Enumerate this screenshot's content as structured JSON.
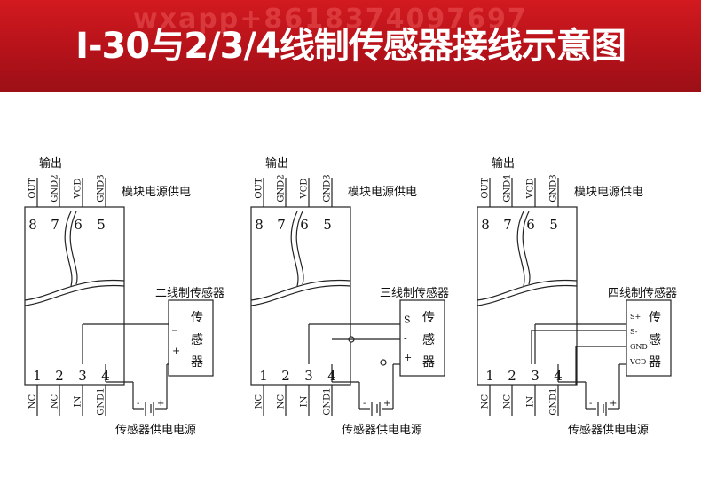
{
  "header": {
    "title": "I-30与2/3/4线制传感器接线示意图",
    "watermark": "wxapp+8618374097697"
  },
  "diagrams": [
    {
      "output_label": "输出",
      "power_label": "模块电源供电",
      "top_pins": [
        "OUT",
        "GND2",
        "VCD",
        "GND3"
      ],
      "top_nums": [
        "8",
        "7",
        "6",
        "5"
      ],
      "bottom_pins": [
        "NC",
        "NC",
        "IN",
        "GND1"
      ],
      "bottom_nums": [
        "1",
        "2",
        "3",
        "4"
      ],
      "sensor_title": "二线制传感器",
      "sensor_body": [
        "传",
        "感",
        "器"
      ],
      "terminals": [
        "_",
        "+"
      ],
      "supply_label": "传感器供电电源",
      "battery_minus": "-",
      "battery_plus": "+"
    },
    {
      "output_label": "输出",
      "power_label": "模块电源供电",
      "top_pins": [
        "OUT",
        "GND2",
        "VCD",
        "GND3"
      ],
      "top_nums": [
        "8",
        "7",
        "6",
        "5"
      ],
      "bottom_pins": [
        "NC",
        "NC",
        "IN",
        "GND1"
      ],
      "bottom_nums": [
        "1",
        "2",
        "3",
        "4"
      ],
      "sensor_title": "三线制传感器",
      "sensor_body": [
        "传",
        "感",
        "器"
      ],
      "terminals": [
        "S",
        "-",
        "+"
      ],
      "supply_label": "传感器供电电源",
      "battery_minus": "-",
      "battery_plus": "+"
    },
    {
      "output_label": "输出",
      "power_label": "模块电源供电",
      "top_pins": [
        "OUT",
        "GND4",
        "VCD",
        "GND3"
      ],
      "top_nums": [
        "8",
        "7",
        "6",
        "5"
      ],
      "bottom_pins": [
        "NC",
        "NC",
        "IN",
        "GND1"
      ],
      "bottom_nums": [
        "1",
        "2",
        "3",
        "4"
      ],
      "sensor_title": "四线制传感器",
      "sensor_body": [
        "传",
        "感",
        "器"
      ],
      "terminals": [
        "S+",
        "S-",
        "GND",
        "VCD"
      ],
      "supply_label": "传感器供电电源",
      "battery_minus": "-",
      "battery_plus": "+"
    }
  ]
}
